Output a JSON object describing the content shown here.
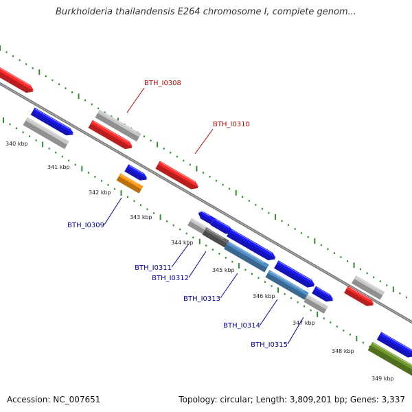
{
  "title": "Burkholderia thailandensis E264 chromosome I, complete genom...",
  "footer": {
    "accession": "Accession: NC_007651",
    "summary": "Topology: circular; Length: 3,809,201 bp; Genes: 3,337"
  },
  "colors": {
    "backbone": "#7a7a7a",
    "tick": "#2f8f2f",
    "red": "#ff2a2a",
    "blue": "#1a1aff",
    "gray": "#c8c8c8",
    "orange": "#ff9a14",
    "darkgray": "#6a6a6a",
    "steelblue": "#4f8fc8",
    "olive": "#6f9a2a",
    "label_red": "#cc0000",
    "label_blue": "#0000aa"
  },
  "scale_labels": [
    "340 kbp",
    "341 kbp",
    "342 kbp",
    "343 kbp",
    "344 kbp",
    "345 kbp",
    "346 kbp",
    "347 kbp",
    "348 kbp",
    "349 kbp"
  ],
  "gene_labels": [
    {
      "name": "BTH_I0308",
      "strand": "forward"
    },
    {
      "name": "BTH_I0310",
      "strand": "forward"
    },
    {
      "name": "BTH_I0309",
      "strand": "reverse"
    },
    {
      "name": "BTH_I0311",
      "strand": "reverse"
    },
    {
      "name": "BTH_I0312",
      "strand": "reverse"
    },
    {
      "name": "BTH_I0313",
      "strand": "reverse"
    },
    {
      "name": "BTH_I0314",
      "strand": "reverse"
    },
    {
      "name": "BTH_I0315",
      "strand": "reverse"
    }
  ]
}
